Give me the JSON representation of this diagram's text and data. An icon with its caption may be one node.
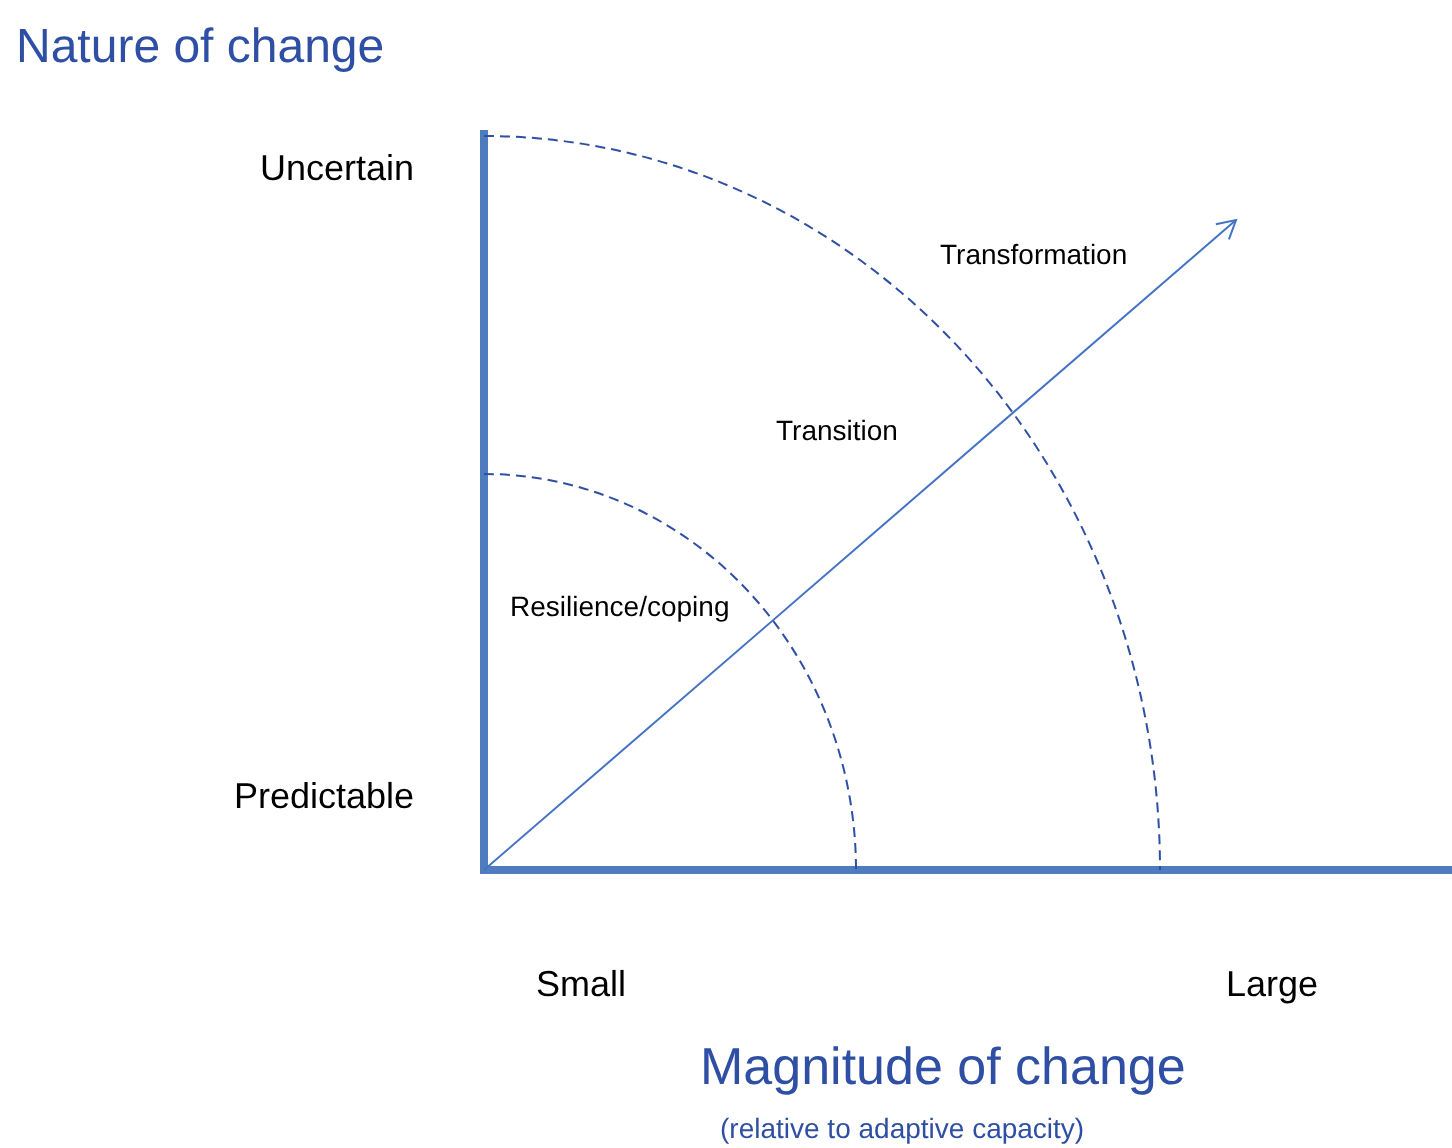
{
  "diagram": {
    "labels": [
      "Nature of change",
      "Uncertain",
      "Transformation",
      "Transition",
      "Resilience/coping",
      "Predictable",
      "Small",
      "Large",
      "Magnitude of change",
      "(relative to adaptive capacity)"
    ]
  }
}
